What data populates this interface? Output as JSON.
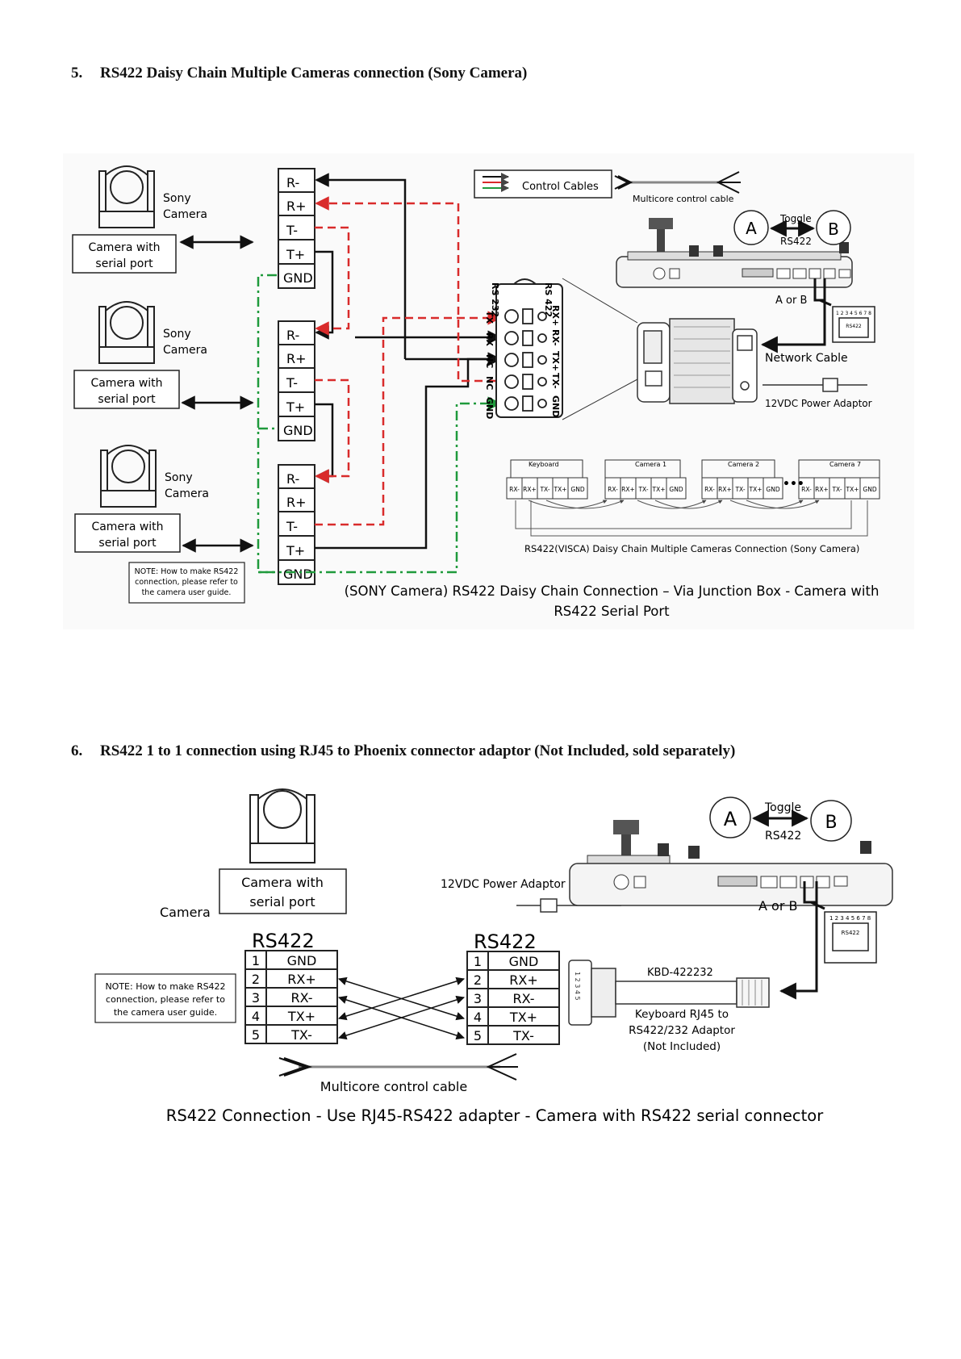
{
  "section5": {
    "number": "5.",
    "title": "RS422 Daisy Chain Multiple Cameras connection (Sony Camera)",
    "sony_label_1": "Sony",
    "sony_label_2": "Camera",
    "camera_serial_1": "Camera with",
    "camera_serial_2": "serial port",
    "pins": [
      "R-",
      "R+",
      "T-",
      "T+",
      "GND"
    ],
    "legend_control": "Control Cables",
    "multicore": "Multicore control cable",
    "toggle": "Toggle",
    "rs422": "RS422",
    "port_a": "A",
    "port_b": "B",
    "a_or_b": "A or B",
    "network_cable": "Network Cable",
    "power_adaptor": "12VDC Power Adaptor",
    "jb_top": [
      "RS 232",
      "RS 422"
    ],
    "jb_left": [
      "TX",
      "RX",
      "NC",
      "NC",
      "GND"
    ],
    "jb_right": [
      "RX+",
      "RX-",
      "TX+",
      "TX-",
      "GND"
    ],
    "rj45_numbers": "1 2 3 4 5 6 7 8",
    "rj45_label": "RS422",
    "chain_groups": [
      "Keyboard",
      "Camera 1",
      "Camera 2",
      "Camera 7"
    ],
    "chain_pins": [
      "RX-",
      "RX+",
      "TX-",
      "TX+",
      "GND"
    ],
    "chain_caption": "RS422(VISCA) Daisy Chain Multiple Cameras Connection (Sony Camera)",
    "note": [
      "NOTE: How to make RS422",
      "connection, please refer to",
      "the camera user guide."
    ],
    "caption_1": "(SONY Camera) RS422 Daisy Chain Connection – Via Junction Box - Camera with",
    "caption_2": "RS422 Serial Port"
  },
  "section6": {
    "number": "6.",
    "title": "RS422 1 to 1 connection using RJ45 to Phoenix connector adaptor (Not Included, sold separately)",
    "camera_serial_1": "Camera with",
    "camera_serial_2": "serial port",
    "camera": "Camera",
    "rs422": "RS422",
    "pin_numbers": [
      "1",
      "2",
      "3",
      "4",
      "5"
    ],
    "pin_names": [
      "GND",
      "RX+",
      "RX-",
      "TX+",
      "TX-"
    ],
    "power_adaptor": "12VDC Power Adaptor",
    "toggle": "Toggle",
    "port_a": "A",
    "port_b": "B",
    "a_or_b": "A or B",
    "kbd": "KBD-422232",
    "adaptor_1": "Keyboard RJ45 to",
    "adaptor_2": "RS422/232 Adaptor",
    "adaptor_3": "(Not Included)",
    "rj45_numbers": "1 2 3 4 5 6 7 8",
    "rj45_label": "RS422",
    "plug_pins": "1 2 3 4 5",
    "multicore": "Multicore control cable",
    "note": [
      "NOTE: How to make RS422",
      "connection, please refer to",
      "the camera user guide."
    ],
    "caption": "RS422 Connection - Use RJ45-RS422 adapter - Camera with RS422 serial connector"
  },
  "colors": {
    "red": "#d92b2b",
    "green": "#1f9a3c",
    "black": "#111111",
    "panel": "#fafafa"
  }
}
